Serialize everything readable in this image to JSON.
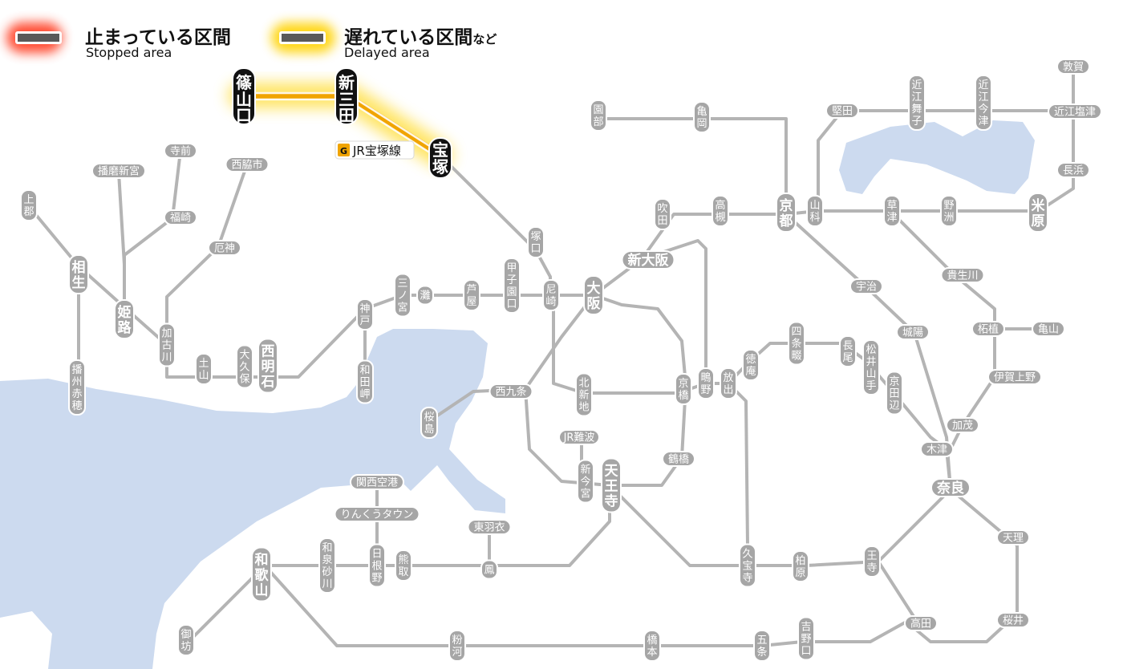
{
  "legend": {
    "stopped": {
      "title": "止まっている区間",
      "subtitle": "Stopped area",
      "color": "#ff3b1f"
    },
    "delayed": {
      "title": "遅れている区間",
      "suffix": "など",
      "subtitle": "Delayed area",
      "color": "#ffd200"
    }
  },
  "line_badge": {
    "letter": "G",
    "name": "JR宝塚線",
    "color": "#f0a400"
  },
  "colors": {
    "sea": "#ccdaef",
    "track": "#b4b4b4",
    "station_fill": "#a6a6a6",
    "delayed_track": "#f0a400",
    "delayed_glow": "#ffe35c"
  },
  "stations": {
    "sasayamaguchi": "篠山口",
    "shinsanda": "新三田",
    "takarazuka": "宝塚",
    "tsukaguchi": "塚口",
    "amagasaki": "尼崎",
    "osaka": "大阪",
    "shinosaka": "新大阪",
    "suita": "吹田",
    "takatsuki": "高槻",
    "kyoto": "京都",
    "yamashina": "山科",
    "kusatsu": "草津",
    "yasu": "野洲",
    "maibara": "米原",
    "nagahama": "長浜",
    "omishiotsu": "近江塩津",
    "tsuruga": "敦賀",
    "omiimazu": "近江今津",
    "omimaiko": "近江舞子",
    "katata": "堅田",
    "sonobe": "園部",
    "kameoka": "亀岡",
    "koshienguchi": "甲子園口",
    "ashiya": "芦屋",
    "nada": "灘",
    "sannomiya": "三ノ宮",
    "kobe": "神戸",
    "wadamisaki": "和田岬",
    "nishiakashi": "西明石",
    "okubo": "大久保",
    "dobo": "土山",
    "kakogawa": "加古川",
    "yakujin": "厄神",
    "nishiwakishi": "西脇市",
    "fukusaki": "福崎",
    "teramae": "寺前",
    "harimashingu": "播磨新宮",
    "himeji": "姫路",
    "aioi": "相生",
    "kamigori": "上郡",
    "banshuako": "播州赤穂",
    "nishikujo": "西九条",
    "sakurajima": "桜島",
    "kitashinchi": "北新地",
    "kyobashi": "京橋",
    "shigino": "鴫野",
    "hanaten": "放出",
    "tokuan": "徳庵",
    "shijonawate": "四条畷",
    "nagao": "長尾",
    "matsuiyamate": "松井山手",
    "kyotanabe": "京田辺",
    "kizu": "木津",
    "nara": "奈良",
    "uji": "宇治",
    "johoku": "城陽",
    "aoharagawa": "貴生川",
    "tsuge": "柘植",
    "kameyama": "亀山",
    "igaueno": "伊賀上野",
    "kamo": "加茂",
    "tenri": "天理",
    "sakurai": "桜井",
    "takada": "高田",
    "oji": "王寺",
    "kashiwara": "柏原",
    "kyuhoji": "久宝寺",
    "tsuruhashi": "鶴橋",
    "tennoji": "天王寺",
    "shinimamiya": "新今宮",
    "jrnamba": "JR難波",
    "otori": "鳳",
    "higashihagoromo": "東羽衣",
    "hineno": "日根野",
    "kumatori": "熊取",
    "izumisunagawa": "和泉砂川",
    "wakayama": "和歌山",
    "gobo": "御坊",
    "rinkutown": "りんくうタウン",
    "kansaiairport": "関西空港",
    "kokawa": "粉河",
    "hashimoto": "橋本",
    "gojo": "五条",
    "yoshinoguchi": "吉野口"
  }
}
